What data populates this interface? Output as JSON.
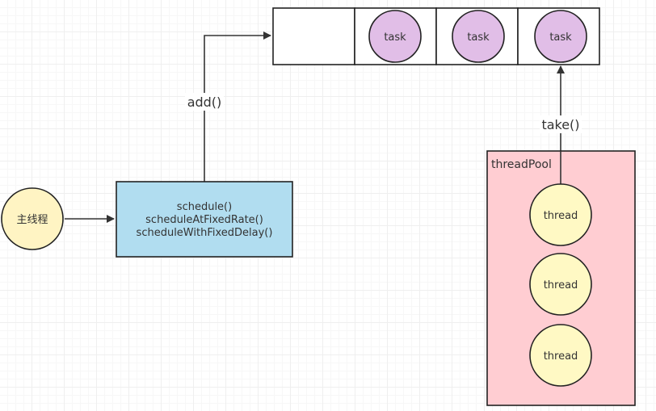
{
  "nodes": {
    "main_thread": {
      "label": "主线程",
      "fill": "#fff4c3"
    },
    "scheduler": {
      "lines": [
        "schedule()",
        "scheduleAtFixedRate()",
        "scheduleWithFixedDelay()"
      ],
      "fill": "#b1ddf0"
    },
    "queue": {
      "tasks": [
        {
          "label": "task"
        },
        {
          "label": "task"
        },
        {
          "label": "task"
        }
      ],
      "task_fill": "#e1bee7"
    },
    "thread_pool": {
      "title": "threadPool",
      "fill": "#ffcdd2",
      "threads": [
        {
          "label": "thread"
        },
        {
          "label": "thread"
        },
        {
          "label": "thread"
        }
      ],
      "thread_fill": "#fff9c4"
    }
  },
  "edges": {
    "add": {
      "label": "add()"
    },
    "take": {
      "label": "take()"
    }
  }
}
